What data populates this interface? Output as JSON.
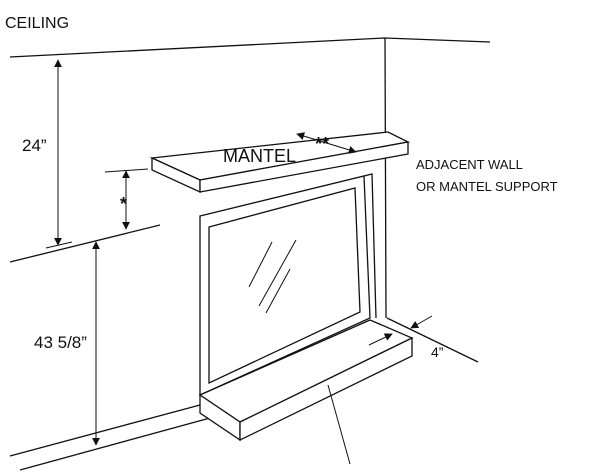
{
  "labels": {
    "ceiling": "CEILING",
    "mantel": "MANTEL",
    "clearance_above": "24”",
    "clearance_mark": "*",
    "mantel_depth_mark": "**",
    "adjacent_wall_line1": "ADJACENT WALL",
    "adjacent_wall_line2": "OR MANTEL SUPPORT",
    "wall_offset": "4”",
    "floor_to_mantel": "43 5/8”"
  },
  "colors": {
    "line": "#111111",
    "background": "#ffffff"
  }
}
